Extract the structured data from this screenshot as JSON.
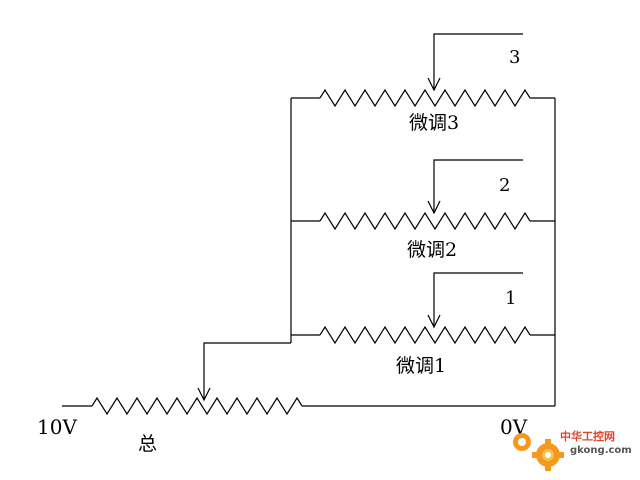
{
  "diagram": {
    "supply_label": "10V",
    "ground_label": "0V",
    "main_pot_label": "总",
    "fine_pots": [
      {
        "name": "微调3",
        "wiper": "3"
      },
      {
        "name": "微调2",
        "wiper": "2"
      },
      {
        "name": "微调1",
        "wiper": "1"
      }
    ]
  },
  "watermark": {
    "site_cn": "中华工控网",
    "site_url": "gkong.com",
    "colors": {
      "gear_orange": "#f39a1e",
      "gear_inner": "#f7c04a",
      "text_red": "#e0452b",
      "url_gray": "#555555"
    }
  }
}
